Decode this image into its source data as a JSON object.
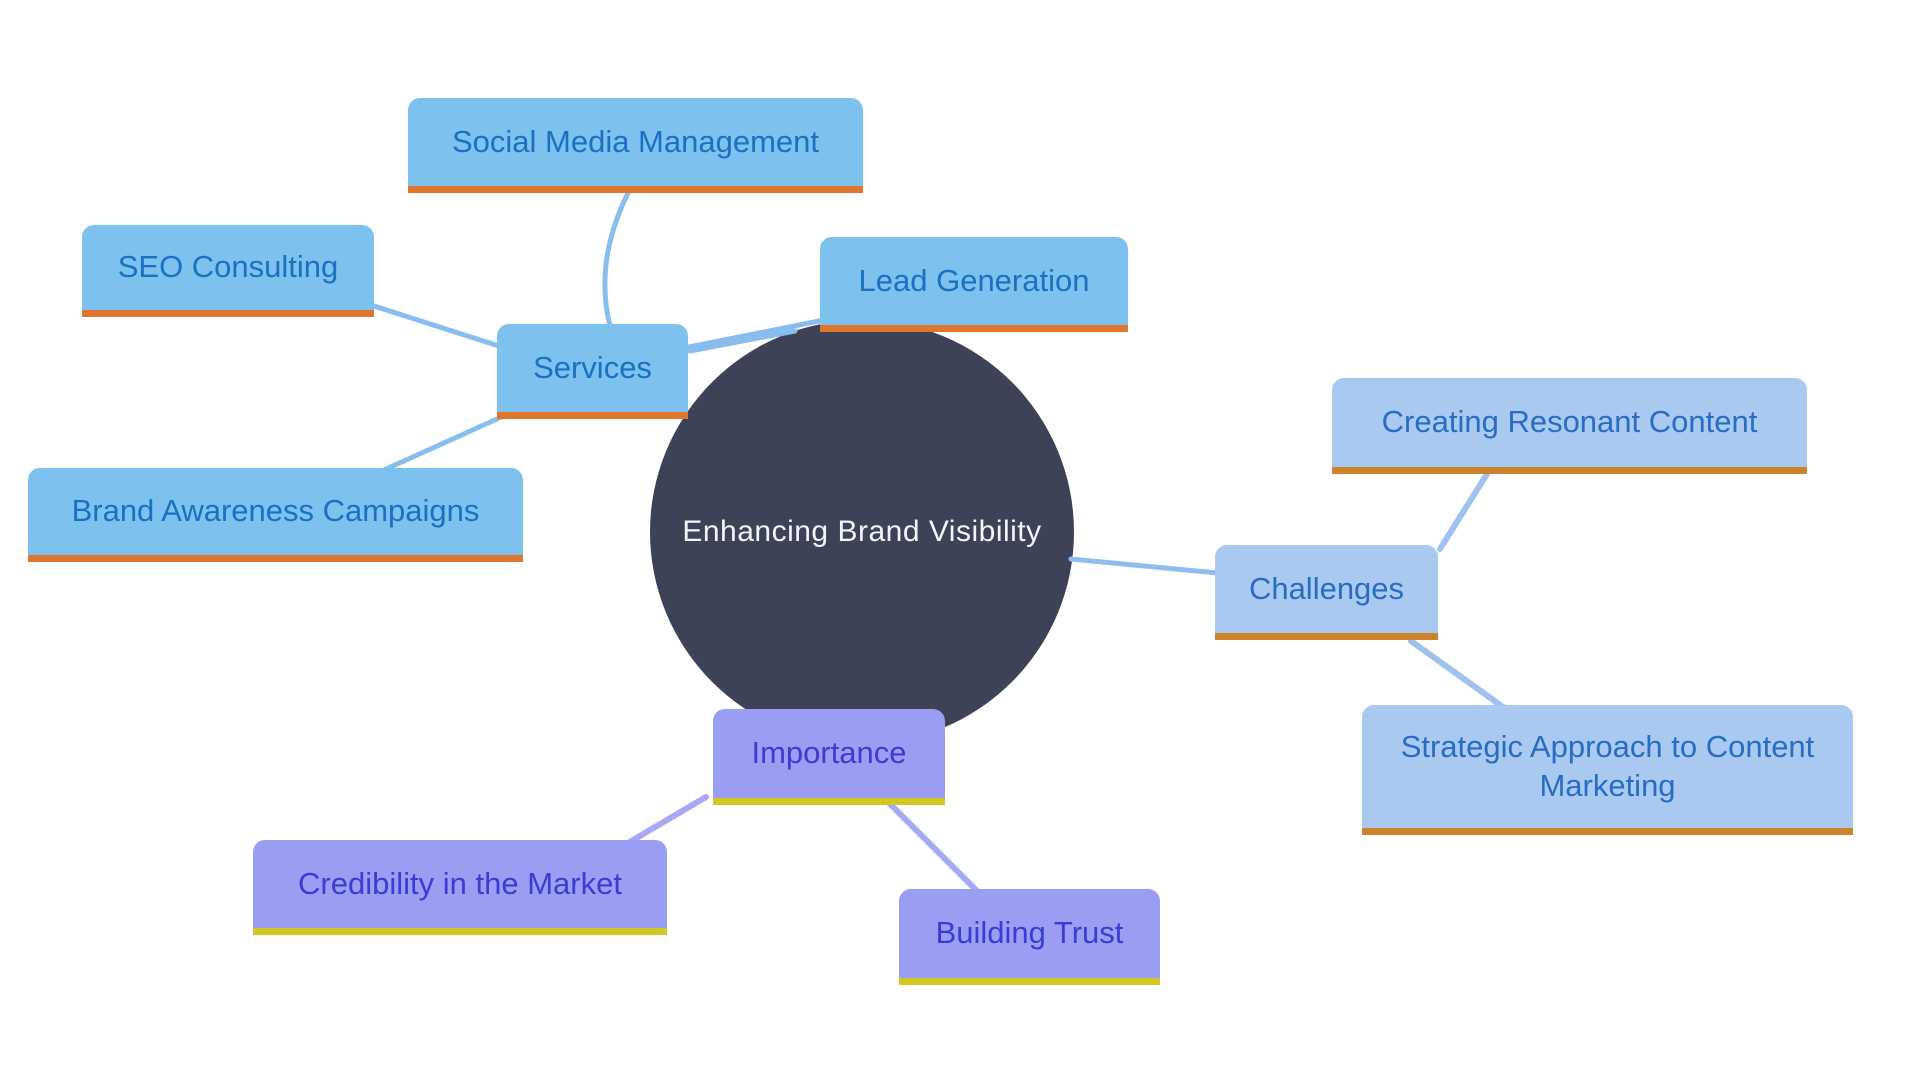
{
  "diagram": {
    "center": {
      "label": "Enhancing Brand Visibility"
    },
    "branches": [
      {
        "label": "Services",
        "children": [
          {
            "label": "Social Media Management"
          },
          {
            "label": "SEO Consulting"
          },
          {
            "label": "Brand Awareness Campaigns"
          },
          {
            "label": "Lead Generation"
          }
        ]
      },
      {
        "label": "Challenges",
        "children": [
          {
            "label": "Creating Resonant Content"
          },
          {
            "label": "Strategic Approach to Content Marketing"
          }
        ]
      },
      {
        "label": "Importance",
        "children": [
          {
            "label": "Credibility in the Market"
          },
          {
            "label": "Building Trust"
          }
        ]
      }
    ],
    "edges": [
      {
        "from": "Enhancing Brand Visibility",
        "to": "Services"
      },
      {
        "from": "Services",
        "to": "Social Media Management"
      },
      {
        "from": "Services",
        "to": "SEO Consulting"
      },
      {
        "from": "Services",
        "to": "Brand Awareness Campaigns"
      },
      {
        "from": "Services",
        "to": "Lead Generation"
      },
      {
        "from": "Enhancing Brand Visibility",
        "to": "Challenges"
      },
      {
        "from": "Challenges",
        "to": "Creating Resonant Content"
      },
      {
        "from": "Challenges",
        "to": "Strategic Approach to Content Marketing"
      },
      {
        "from": "Enhancing Brand Visibility",
        "to": "Importance"
      },
      {
        "from": "Importance",
        "to": "Credibility in the Market"
      },
      {
        "from": "Importance",
        "to": "Building Trust"
      }
    ],
    "colors": {
      "center_fill": "#3e4257",
      "center_text": "#f3f4f6",
      "services_fill": "#7dc1ee",
      "services_text": "#1b70c0",
      "services_underline": "#e0752e",
      "challenges_fill": "#a9c9f0",
      "challenges_text": "#2a6cc1",
      "challenges_underline": "#cc8329",
      "importance_fill": "#9b9df2",
      "importance_text": "#3b3cd1",
      "importance_underline": "#d2c822",
      "connector_services": "#88bdee",
      "connector_challenges": "#a0c2f0",
      "connector_importance": "#a7a9f4"
    }
  }
}
